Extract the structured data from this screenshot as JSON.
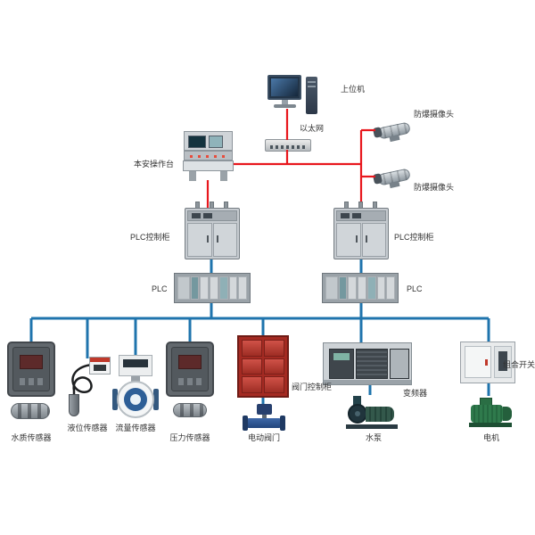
{
  "colors": {
    "control_line": "#e8171d",
    "bus_line": "#1f74ad"
  },
  "nodes": {
    "host": {
      "label": "上位机"
    },
    "ethernet": {
      "label": "以太网"
    },
    "camera_top": {
      "label": "防爆摄像头"
    },
    "camera_bottom": {
      "label": "防爆摄像头"
    },
    "console": {
      "label": "本安操作台"
    },
    "plc_cabinet_left": {
      "label": "PLC控制柜"
    },
    "plc_cabinet_right": {
      "label": "PLC控制柜"
    },
    "plc_left": {
      "label": "PLC"
    },
    "plc_right": {
      "label": "PLC"
    },
    "water_quality_sensor": {
      "label": "水质传感器"
    },
    "level_sensor": {
      "label": "液位传感器"
    },
    "flow_sensor": {
      "label": "流量传感器"
    },
    "pressure_sensor": {
      "label": "压力传感器"
    },
    "valve_control_cabinet": {
      "label": "阀门控制柜"
    },
    "electric_valve": {
      "label": "电动阀门"
    },
    "inverter": {
      "label": "变频器"
    },
    "water_pump": {
      "label": "水泵"
    },
    "combination_switch": {
      "label": "组合开关"
    },
    "motor": {
      "label": "电机"
    }
  }
}
